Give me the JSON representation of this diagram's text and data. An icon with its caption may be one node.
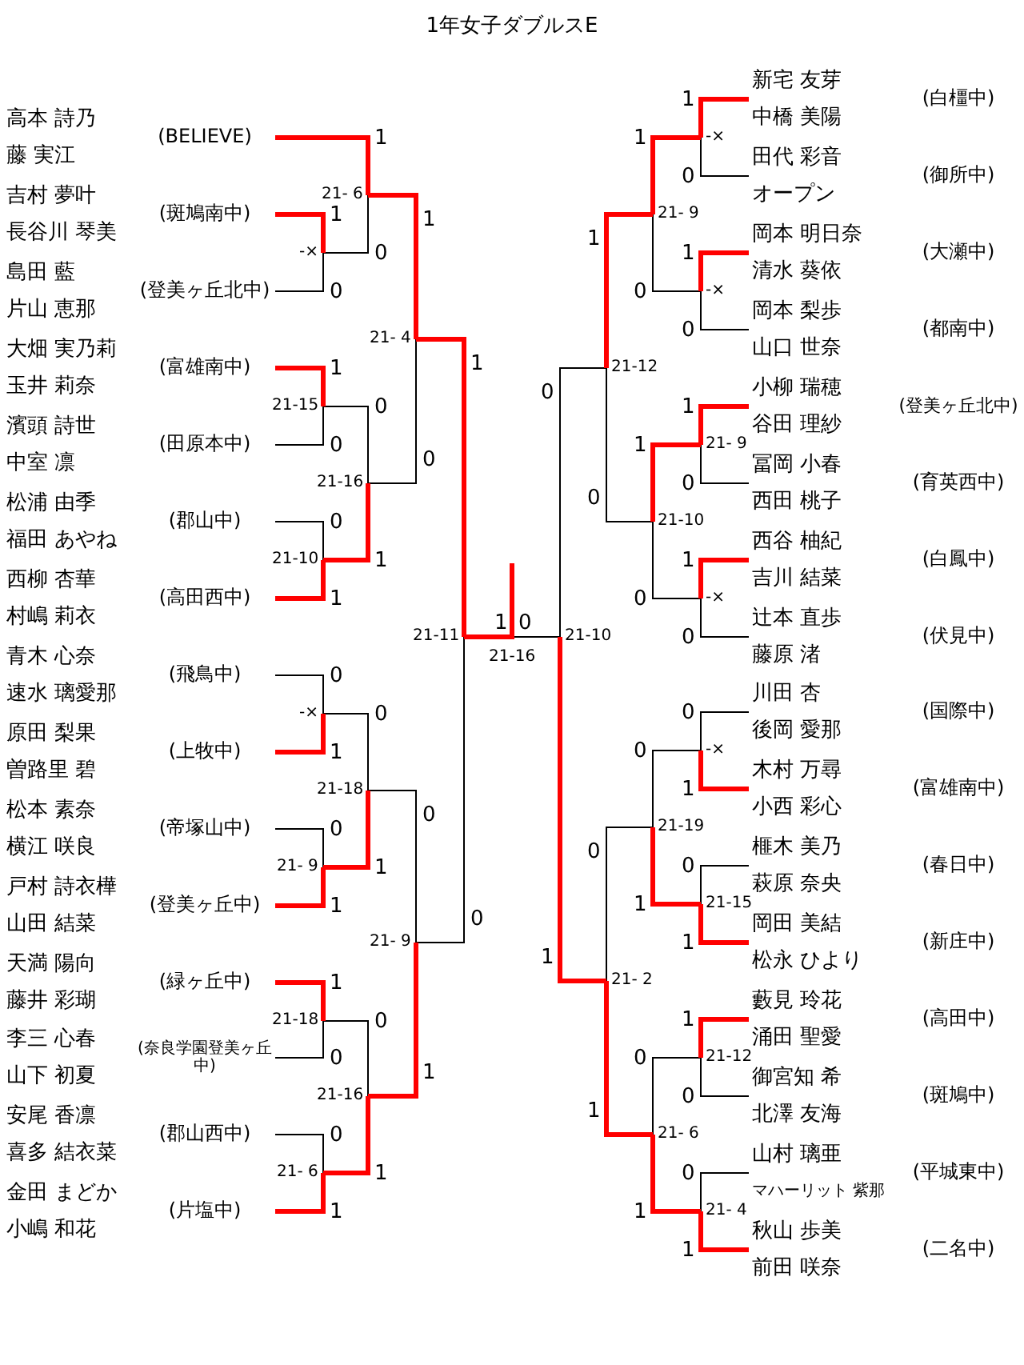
{
  "diagram": {
    "title": "1年女子ダブルスE",
    "nodes": [
      {
        "text": [
          "高本 詩乃",
          "藤 実江"
        ],
        "beside": [
          "(BELIEVE)"
        ]
      },
      {
        "text": [
          "吉村 夢叶",
          "長谷川 琴美"
        ],
        "beside": [
          "(斑鳩南中)"
        ]
      },
      {
        "text": [
          "島田 藍",
          "片山 恵那"
        ],
        "beside": [
          "(登美ヶ丘北中)"
        ]
      },
      {
        "text": [
          "大畑 実乃莉",
          "玉井 莉奈"
        ],
        "beside": [
          "(富雄南中)"
        ]
      },
      {
        "text": [
          "濱頭 詩世",
          "中室 凛"
        ],
        "beside": [
          "(田原本中)"
        ]
      },
      {
        "text": [
          "松浦 由季",
          "福田 あやね"
        ],
        "beside": [
          "(郡山中)"
        ]
      },
      {
        "text": [
          "西柳 杏華",
          "村嶋 莉衣"
        ],
        "beside": [
          "(高田西中)"
        ]
      },
      {
        "text": [
          "青木 心奈",
          "速水 璃愛那"
        ],
        "beside": [
          "(飛鳥中)"
        ]
      },
      {
        "text": [
          "原田 梨果",
          "曽路里 碧"
        ],
        "beside": [
          "(上牧中)"
        ]
      },
      {
        "text": [
          "松本 素奈",
          "横江 咲良"
        ],
        "beside": [
          "(帝塚山中)"
        ]
      },
      {
        "text": [
          "戸村 詩衣樺",
          "山田 結菜"
        ],
        "beside": [
          "(登美ヶ丘中)"
        ]
      },
      {
        "text": [
          "天満 陽向",
          "藤井 彩瑚"
        ],
        "beside": [
          "(緑ヶ丘中)"
        ]
      },
      {
        "text": [
          "李三 心春",
          "山下 初夏"
        ],
        "beside": [
          "(奈良学園登美ヶ丘中)"
        ]
      },
      {
        "text": [
          "安尾 香凛",
          "喜多 結衣菜"
        ],
        "beside": [
          "(郡山西中)"
        ]
      },
      {
        "text": [
          "金田 まどか",
          "小嶋 和花"
        ],
        "beside": [
          "(片塩中)"
        ]
      },
      {
        "text": [
          "新宅 友芽",
          "中橋 美陽"
        ],
        "beside": [
          "(白橿中)"
        ]
      },
      {
        "text": [
          "田代 彩音",
          "オープン"
        ],
        "beside": [
          "(御所中)"
        ]
      },
      {
        "text": [
          "岡本 明日奈",
          "清水 葵依"
        ],
        "beside": [
          "(大瀬中)"
        ]
      },
      {
        "text": [
          "岡本 梨歩",
          "山口 世奈"
        ],
        "beside": [
          "(都南中)"
        ]
      },
      {
        "text": [
          "小柳 瑞穂",
          "谷田 理紗"
        ],
        "beside": [
          "(登美ヶ丘北中)"
        ]
      },
      {
        "text": [
          "冨岡 小春",
          "西田 桃子"
        ],
        "beside": [
          "(育英西中)"
        ]
      },
      {
        "text": [
          "西谷 柚紀",
          "吉川 結菜"
        ],
        "beside": [
          "(白鳳中)"
        ]
      },
      {
        "text": [
          "辻本 直歩",
          "藤原 渚"
        ],
        "beside": [
          "(伏見中)"
        ]
      },
      {
        "text": [
          "川田 杏",
          "後岡 愛那"
        ],
        "beside": [
          "(国際中)"
        ]
      },
      {
        "text": [
          "木村 万尋",
          "小西 彩心"
        ],
        "beside": [
          "(富雄南中)"
        ]
      },
      {
        "text": [
          "榧木 美乃",
          "萩原 奈央"
        ],
        "beside": [
          "(春日中)"
        ]
      },
      {
        "text": [
          "岡田 美結",
          "松永 ひより"
        ],
        "beside": [
          "(新庄中)"
        ]
      },
      {
        "text": [
          "藪見 玲花",
          "涌田 聖愛"
        ],
        "beside": [
          "(高田中)"
        ]
      },
      {
        "text": [
          "御宮知 希",
          "北澤 友海"
        ],
        "beside": [
          "(斑鳩中)"
        ]
      },
      {
        "text": [
          "山村 璃亜",
          "マハーリット 紫那"
        ],
        "beside": [
          "(平城東中)"
        ]
      },
      {
        "text": [
          "秋山 歩美",
          "前田 咲奈"
        ],
        "beside": [
          "(二名中)"
        ]
      }
    ],
    "labels": [
      "1",
      "0",
      "-×",
      "1",
      "0",
      "21-15",
      "0",
      "1",
      "21-10",
      "0",
      "1",
      "-×",
      "0",
      "1",
      "21- 9",
      "1",
      "0",
      "21-18",
      "0",
      "1",
      "21- 6",
      "1",
      "0",
      "21- 6",
      "0",
      "1",
      "21-16",
      "0",
      "1",
      "21-18",
      "0",
      "1",
      "21-16",
      "1",
      "0",
      "21- 4",
      "0",
      "1",
      "21- 9",
      "1",
      "0",
      "21-11",
      "1",
      "0",
      "-×",
      "1",
      "0",
      "-×",
      "1",
      "0",
      "21- 9",
      "1",
      "0",
      "-×",
      "0",
      "1",
      "-×",
      "0",
      "1",
      "21-15",
      "1",
      "0",
      "21-12",
      "0",
      "1",
      "21- 4",
      "1",
      "0",
      "21- 9",
      "1",
      "0",
      "21-10",
      "0",
      "1",
      "21-19",
      "0",
      "1",
      "21- 6",
      "1",
      "0",
      "21-12",
      "0",
      "1",
      "21- 2",
      "0",
      "1",
      "21-10",
      "1",
      "0",
      "21-16"
    ]
  }
}
